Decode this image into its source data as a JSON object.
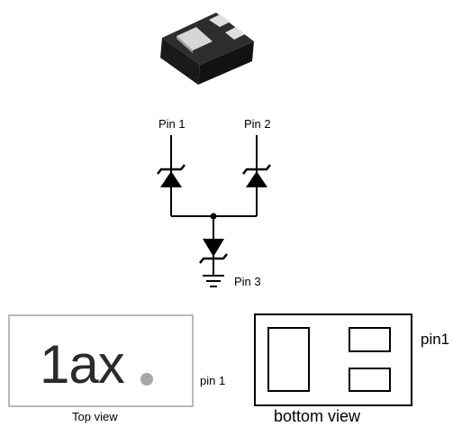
{
  "package_image": {
    "icon": "sot-package-3d-icon",
    "body_color": "#2a2a2a",
    "pad_color": "#d9d9d9"
  },
  "schematic": {
    "pin1_label": "Pin 1",
    "pin2_label": "Pin 2",
    "pin3_label": "Pin 3",
    "icons": [
      "zener-diode-icon",
      "zener-diode-icon",
      "zener-diode-icon",
      "ground-icon"
    ]
  },
  "top_view": {
    "marking_text": "1ax",
    "dot_color": "#a7a7a7",
    "border_color": "#b9b9b9",
    "pin_label": "pin 1",
    "caption": "Top view"
  },
  "bottom_view": {
    "pin_label": "pin1",
    "caption": "bottom view"
  }
}
